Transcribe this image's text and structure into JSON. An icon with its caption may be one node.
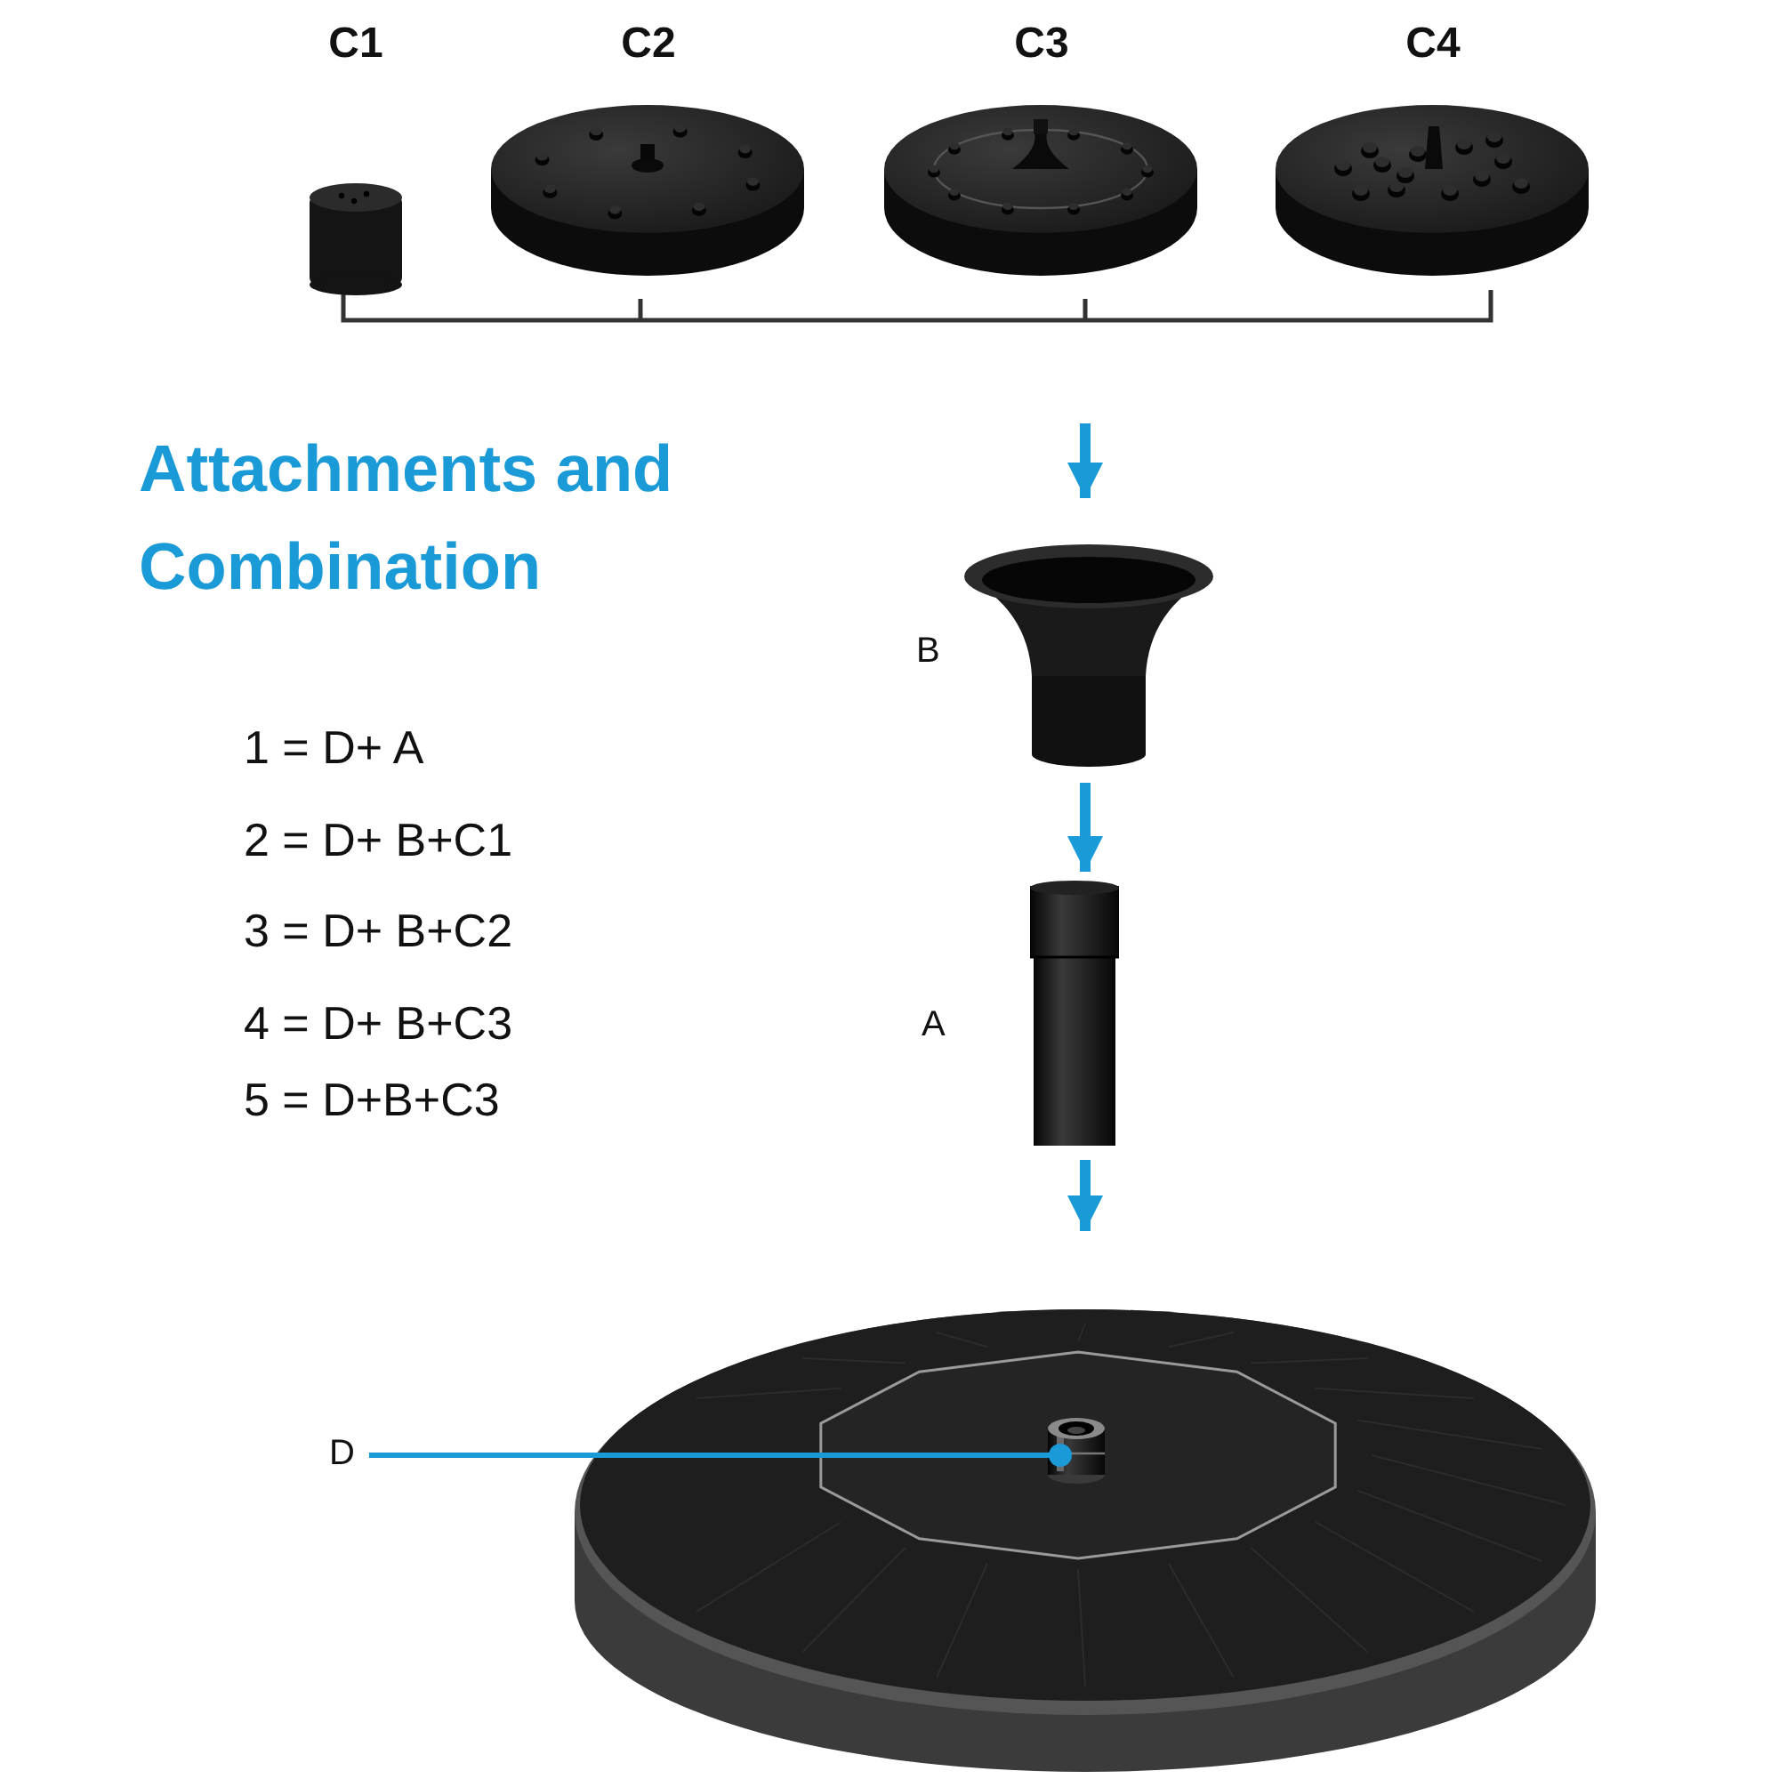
{
  "diagram": {
    "title": "Attachments and Combination",
    "nodes": [
      {
        "text": [
          "C1"
        ]
      },
      {
        "text": [
          "C2"
        ]
      },
      {
        "text": [
          "C3"
        ]
      },
      {
        "text": [
          "C4"
        ]
      },
      {
        "text": [
          "B"
        ]
      },
      {
        "text": [
          "A"
        ]
      },
      {
        "text": [
          "D"
        ]
      },
      {
        "text": [],
        "shape": "picture"
      },
      {
        "text": [],
        "shape": "picture",
        "in": 7
      }
    ],
    "edges": [
      {
        "from": null,
        "to": 4,
        "arrow": "to"
      },
      {
        "from": 4,
        "to": 5,
        "arrow": "to"
      },
      {
        "from": 5,
        "to": 7,
        "arrow": "to"
      },
      {
        "from": 6,
        "to": 8,
        "arrow": "other"
      }
    ],
    "labels": [
      "1 = D+ A",
      "2 = D+ B+C1",
      "3 = D+ B+C2",
      "4 = D+ B+C3",
      "5 = D+B+C3"
    ]
  }
}
